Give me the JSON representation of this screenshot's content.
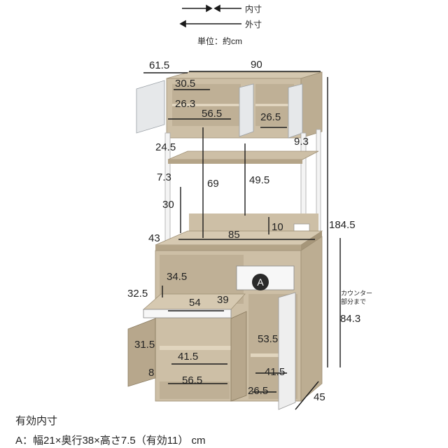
{
  "legend": {
    "inner_label": "内寸",
    "outer_label": "外寸",
    "unit_label": "単位：約cm"
  },
  "dimensions": {
    "top_depth": "61.5",
    "top_width": "90",
    "upper_shelf_w": "30.5",
    "upper_shelf_h": "26.3",
    "upper_inner_w": "56.5",
    "upper_right_w": "26.5",
    "upper_right_gap": "9.3",
    "shelf_gap": "24.5",
    "shelf_pitch": "7.3",
    "side_space": "30",
    "open_height": "69",
    "open_inner_h": "49.5",
    "counter_gap": "10",
    "total_height": "184.5",
    "counter_depth": "43",
    "counter_width": "85",
    "lower_open_h": "34.5",
    "slide_depth": "32.5",
    "slide_width": "54",
    "slide_inner": "39",
    "right_inner_h": "53.5",
    "left_cab_h": "31.5",
    "left_cab_w": "41.5",
    "plinth": "8",
    "bottom_width": "56.5",
    "right_inner_w": "41.5",
    "right_bottom_w": "26.5",
    "total_depth": "45",
    "counter_note_1": "カウンター",
    "counter_note_2": "部分まで",
    "counter_height": "84.3",
    "drawer_badge": "A"
  },
  "footer": {
    "title": "有効内寸",
    "line": "A：幅21×奥行38×高さ7.5（有効11） cm"
  },
  "colors": {
    "wood": "#cdbfa6",
    "wood_dark": "#b4a488",
    "frame": "#f4f4f4",
    "arrow": "#1a1a1a",
    "door": "#e6e8ea"
  }
}
